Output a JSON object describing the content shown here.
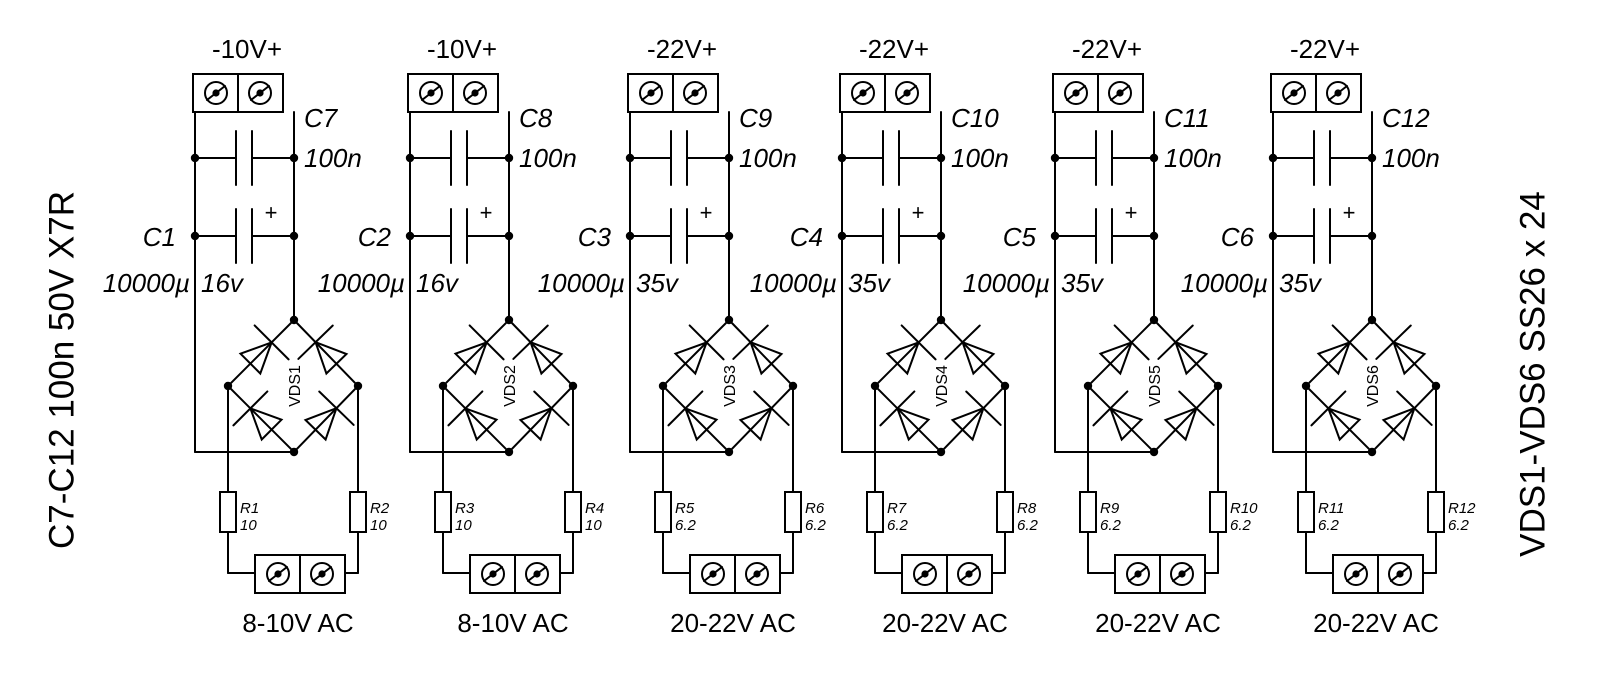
{
  "side_notes": {
    "left": "C7-C12  100n 50V X7R",
    "right": "VDS1-VDS6  SS26 x 24"
  },
  "channels": [
    {
      "dc_label": "-10V+",
      "cap_small_ref": "C7",
      "cap_small_value": "100n",
      "cap_bulk_ref": "C1",
      "cap_bulk_value": "10000µ",
      "cap_bulk_voltage": "16v",
      "bridge_ref": "VDS1",
      "r_left_ref": "R1",
      "r_left_value": "10",
      "r_right_ref": "R2",
      "r_right_value": "10",
      "ac_label": "8-10V AC"
    },
    {
      "dc_label": "-10V+",
      "cap_small_ref": "C8",
      "cap_small_value": "100n",
      "cap_bulk_ref": "C2",
      "cap_bulk_value": "10000µ",
      "cap_bulk_voltage": "16v",
      "bridge_ref": "VDS2",
      "r_left_ref": "R3",
      "r_left_value": "10",
      "r_right_ref": "R4",
      "r_right_value": "10",
      "ac_label": "8-10V AC"
    },
    {
      "dc_label": "-22V+",
      "cap_small_ref": "C9",
      "cap_small_value": "100n",
      "cap_bulk_ref": "C3",
      "cap_bulk_value": "10000µ",
      "cap_bulk_voltage": "35v",
      "bridge_ref": "VDS3",
      "r_left_ref": "R5",
      "r_left_value": "6.2",
      "r_right_ref": "R6",
      "r_right_value": "6.2",
      "ac_label": "20-22V AC"
    },
    {
      "dc_label": "-22V+",
      "cap_small_ref": "C10",
      "cap_small_value": "100n",
      "cap_bulk_ref": "C4",
      "cap_bulk_value": "10000µ",
      "cap_bulk_voltage": "35v",
      "bridge_ref": "VDS4",
      "r_left_ref": "R7",
      "r_left_value": "6.2",
      "r_right_ref": "R8",
      "r_right_value": "6.2",
      "ac_label": "20-22V AC"
    },
    {
      "dc_label": "-22V+",
      "cap_small_ref": "C11",
      "cap_small_value": "100n",
      "cap_bulk_ref": "C5",
      "cap_bulk_value": "10000µ",
      "cap_bulk_voltage": "35v",
      "bridge_ref": "VDS5",
      "r_left_ref": "R9",
      "r_left_value": "6.2",
      "r_right_ref": "R10",
      "r_right_value": "6.2",
      "ac_label": "20-22V AC"
    },
    {
      "dc_label": "-22V+",
      "cap_small_ref": "C12",
      "cap_small_value": "100n",
      "cap_bulk_ref": "C6",
      "cap_bulk_value": "10000µ",
      "cap_bulk_voltage": "35v",
      "bridge_ref": "VDS6",
      "r_left_ref": "R11",
      "r_left_value": "6.2",
      "r_right_ref": "R12",
      "r_right_value": "6.2",
      "ac_label": "20-22V AC"
    }
  ],
  "symbols": {
    "polarity_mark": "+"
  }
}
